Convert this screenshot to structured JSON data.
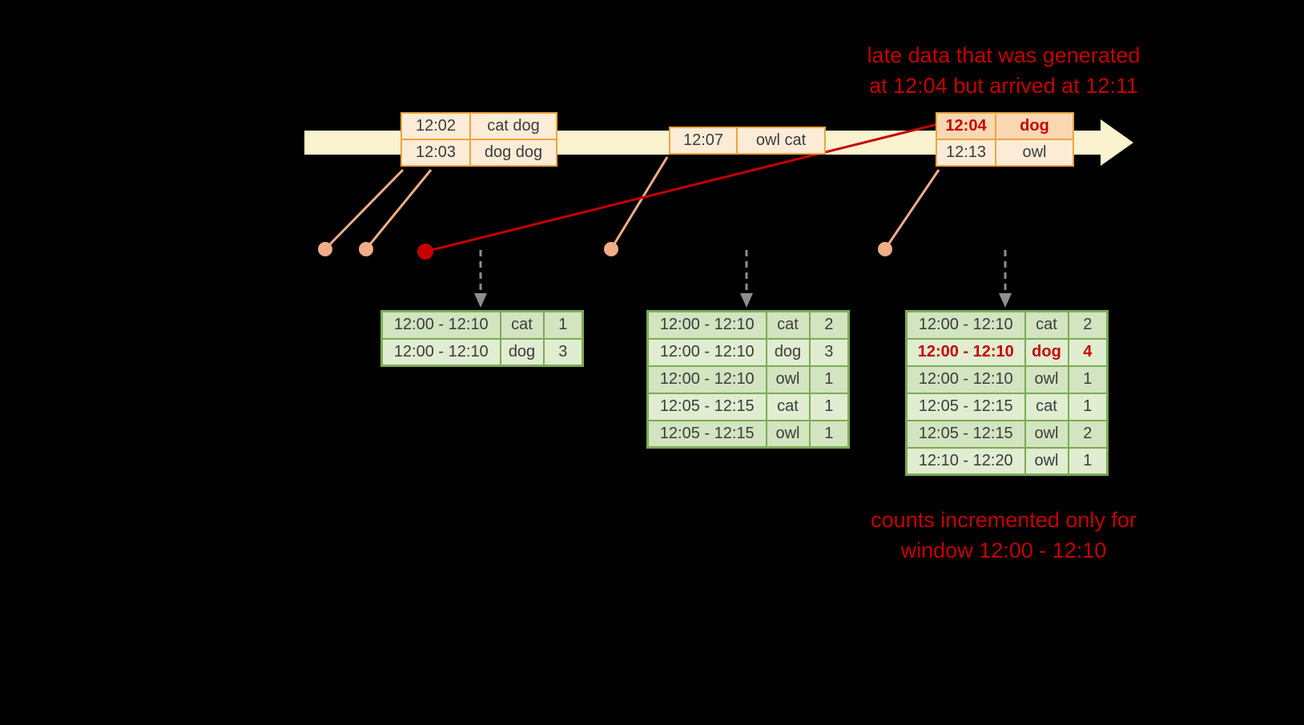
{
  "colors": {
    "background": "#000000",
    "timeline_fill": "#fbf2cf",
    "event_border": "#eaa53f",
    "event_fill": "#fcecd7",
    "late_event_fill": "#f9d7b2",
    "result_border": "#7cab55",
    "result_fill_dark": "#d2e4c0",
    "result_fill_light": "#e0edd1",
    "highlight_red": "#c40000",
    "connector_salmon": "#f1ae87",
    "trigger_arrow_gray": "#8e8e8e"
  },
  "annotations": {
    "late_data_line1": "late data that was generated",
    "late_data_line2": "at 12:04 but arrived at 12:11",
    "counts_line1": "counts incremented only for",
    "counts_line2": "window 12:00 - 12:10"
  },
  "event_groups": [
    {
      "rows": [
        {
          "time": "12:02",
          "words": "cat dog"
        },
        {
          "time": "12:03",
          "words": "dog dog"
        }
      ]
    },
    {
      "rows": [
        {
          "time": "12:07",
          "words": "owl cat"
        }
      ]
    },
    {
      "rows": [
        {
          "time": "12:04",
          "words": "dog",
          "late": true
        },
        {
          "time": "12:13",
          "words": "owl"
        }
      ]
    }
  ],
  "result_tables": [
    {
      "rows": [
        {
          "window": "12:00 - 12:10",
          "word": "cat",
          "count": "1"
        },
        {
          "window": "12:00 - 12:10",
          "word": "dog",
          "count": "3"
        }
      ]
    },
    {
      "rows": [
        {
          "window": "12:00 - 12:10",
          "word": "cat",
          "count": "2"
        },
        {
          "window": "12:00 - 12:10",
          "word": "dog",
          "count": "3"
        },
        {
          "window": "12:00 - 12:10",
          "word": "owl",
          "count": "1"
        },
        {
          "window": "12:05 - 12:15",
          "word": "cat",
          "count": "1"
        },
        {
          "window": "12:05 - 12:15",
          "word": "owl",
          "count": "1"
        }
      ]
    },
    {
      "rows": [
        {
          "window": "12:00 - 12:10",
          "word": "cat",
          "count": "2"
        },
        {
          "window": "12:00 - 12:10",
          "word": "dog",
          "count": "4",
          "highlight": true
        },
        {
          "window": "12:00 - 12:10",
          "word": "owl",
          "count": "1"
        },
        {
          "window": "12:05 - 12:15",
          "word": "cat",
          "count": "1"
        },
        {
          "window": "12:05 - 12:15",
          "word": "owl",
          "count": "2"
        },
        {
          "window": "12:10 - 12:20",
          "word": "owl",
          "count": "1"
        }
      ]
    }
  ]
}
